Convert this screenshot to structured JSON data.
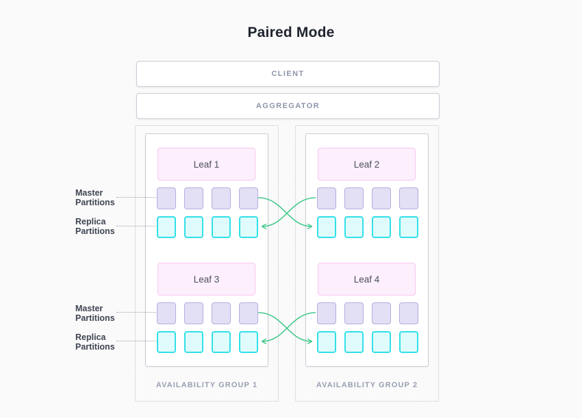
{
  "title": "Paired Mode",
  "client": {
    "label": "CLIENT"
  },
  "aggregator": {
    "label": "AGGREGATOR"
  },
  "groups": [
    {
      "name": "AVAILABILITY GROUP 1",
      "leaves": [
        {
          "label": "Leaf 1"
        },
        {
          "label": "Leaf 3"
        }
      ]
    },
    {
      "name": "AVAILABILITY GROUP 2",
      "leaves": [
        {
          "label": "Leaf 2"
        },
        {
          "label": "Leaf 4"
        }
      ]
    }
  ],
  "partitions": {
    "masters_per_leaf": 4,
    "replicas_per_leaf": 4
  },
  "side_labels": [
    {
      "text": "Master Partitions"
    },
    {
      "text": "Replica Partitions"
    },
    {
      "text": "Master Partitions"
    },
    {
      "text": "Replica Partitions"
    }
  ],
  "colors": {
    "background": "#fafafa",
    "leaf_fill": "#fdeffc",
    "leaf_border": "#f8c7f0",
    "master_fill": "#e3dff4",
    "master_border": "#b5acdf",
    "replica_fill": "#e0fbfc",
    "replica_border": "#30e0e9",
    "link_green": "#42c98c",
    "muted_text": "#8e94a9",
    "dark_text": "#20242f",
    "label_text": "#3e4452"
  }
}
